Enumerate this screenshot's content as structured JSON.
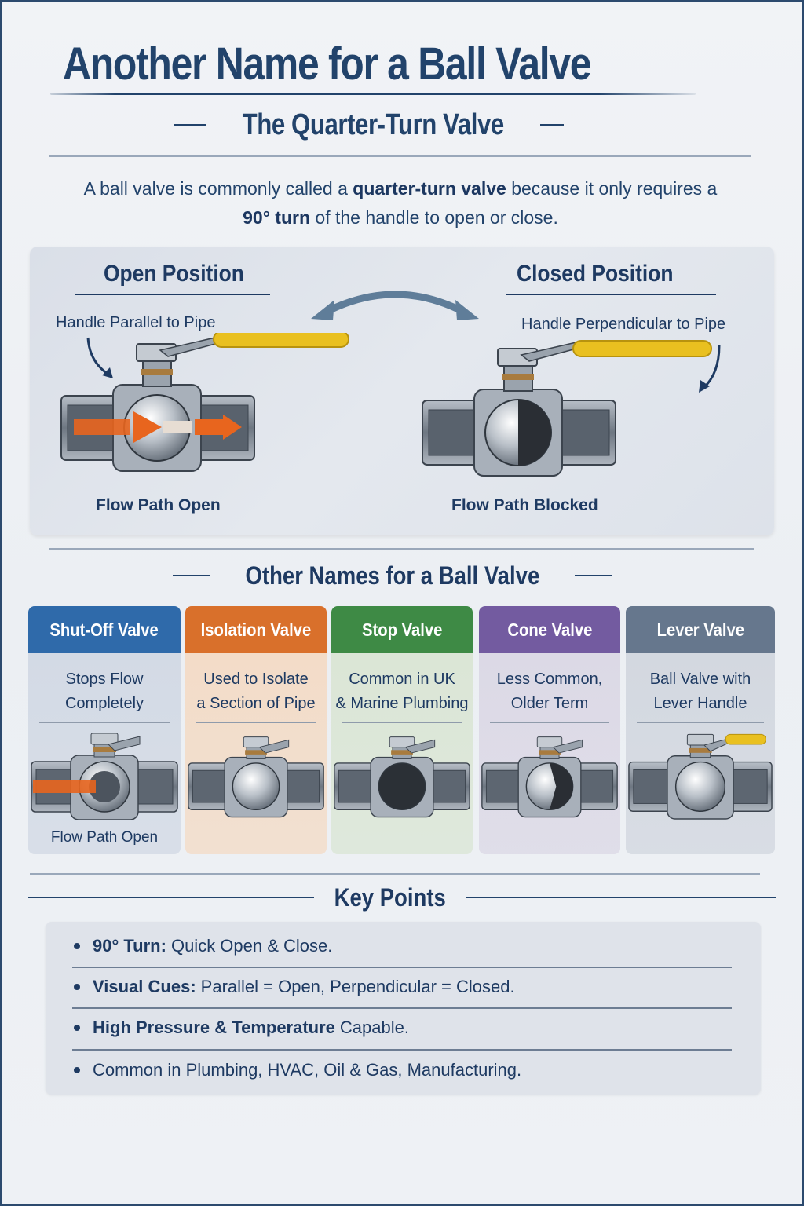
{
  "header": {
    "title": "Another Name for a Ball Valve",
    "subtitle": "The Quarter-Turn Valve",
    "intro": {
      "part1": "A ball valve is commonly called a ",
      "bold1": "quarter-turn valve",
      "part2": " because it only requires a ",
      "bold2a": "90°",
      "bold2b": " turn",
      "part3": " of the handle to open or close."
    }
  },
  "positions": {
    "open": {
      "title": "Open Position",
      "note": "Handle Parallel to Pipe",
      "caption": "Flow Path Open"
    },
    "closed": {
      "title": "Closed Position",
      "note": "Handle Perpendicular to Pipe",
      "caption": "Flow Path Blocked"
    }
  },
  "other_names": {
    "heading": "Other Names for a Ball Valve",
    "cards": [
      {
        "name": "Shut-Off Valve",
        "line1": "Stops Flow",
        "line2": "Completely",
        "caption": "Flow Path Open",
        "color": "#2f6aaa",
        "bg": "#d3dae5",
        "ball": "open-flow"
      },
      {
        "name": "Isolation Valve",
        "line1": "Used to Isolate",
        "line2": "a Section of Pipe",
        "caption": "",
        "color": "#d9702b",
        "bg": "#f3dcc8",
        "ball": "silver"
      },
      {
        "name": "Stop Valve",
        "line1": "Common in UK",
        "line2": "& Marine Plumbing",
        "caption": "",
        "color": "#3e8a45",
        "bg": "#dbe6d6",
        "ball": "dark"
      },
      {
        "name": "Cone Valve",
        "line1": "Less Common,",
        "line2": "Older Term",
        "caption": "",
        "color": "#735ba0",
        "bg": "#dcd9e6",
        "ball": "split"
      },
      {
        "name": "Lever Valve",
        "line1": "Ball Valve with",
        "line2": "Lever Handle",
        "caption": "",
        "color": "#66778d",
        "bg": "#d3d8e0",
        "ball": "silver-yellow"
      }
    ]
  },
  "key_points": {
    "heading": "Key Points",
    "items": [
      {
        "bold": "90° Turn:",
        "text": "Quick Open & Close."
      },
      {
        "bold": "Visual Cues:",
        "text": "Parallel = Open, Perpendicular = Closed."
      },
      {
        "bold": "High Pressure & Temperature",
        "text": "Capable."
      },
      {
        "bold": "",
        "text": "Common in Plumbing, HVAC, Oil & Gas, Manufacturing."
      }
    ]
  },
  "colors": {
    "navy": "#1e3a62",
    "handle_yellow": "#e9c020",
    "flow_orange": "#e8651e",
    "arrow_slate": "#5f7d99"
  }
}
